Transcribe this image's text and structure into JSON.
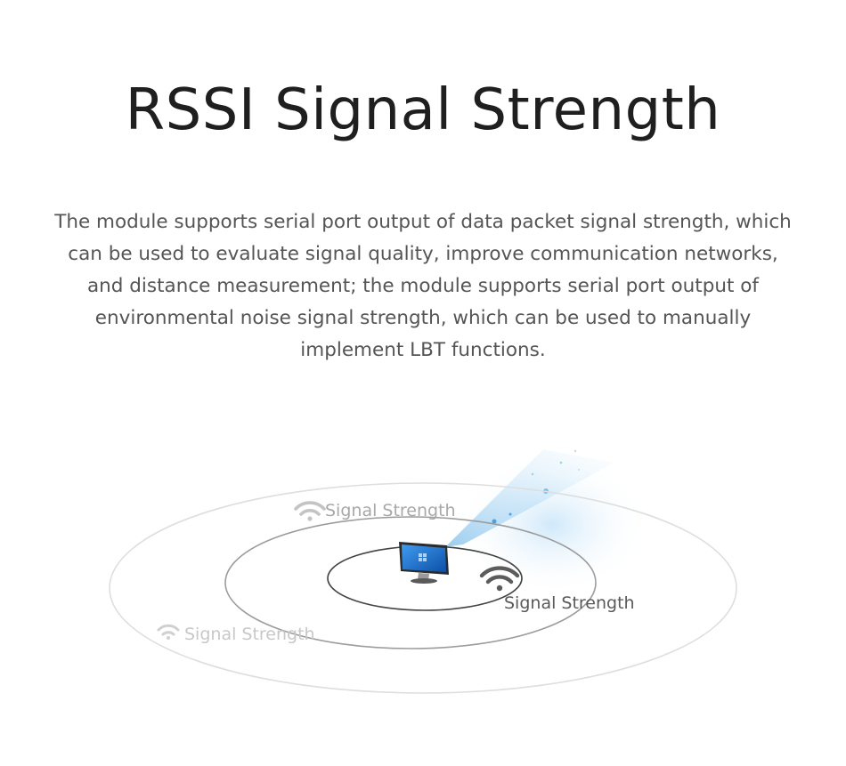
{
  "title": "RSSI Signal Strength",
  "description": "The module supports serial port output of data packet signal strength, which can be used to evaluate signal quality, improve communication networks, and distance measurement; the module supports serial port output of environmental noise signal strength, which can be used to manually implement LBT functions.",
  "diagram": {
    "labels": {
      "outer": "Signal Strength",
      "middle": "Signal Strength",
      "inner": "Signal Strength"
    },
    "colors": {
      "label_outer": "#c4c4c4",
      "label_middle": "#9a9a9a",
      "label_inner": "#5c5c5c",
      "beam": "#4aa3e0",
      "screen": "#1e6fc9"
    }
  }
}
